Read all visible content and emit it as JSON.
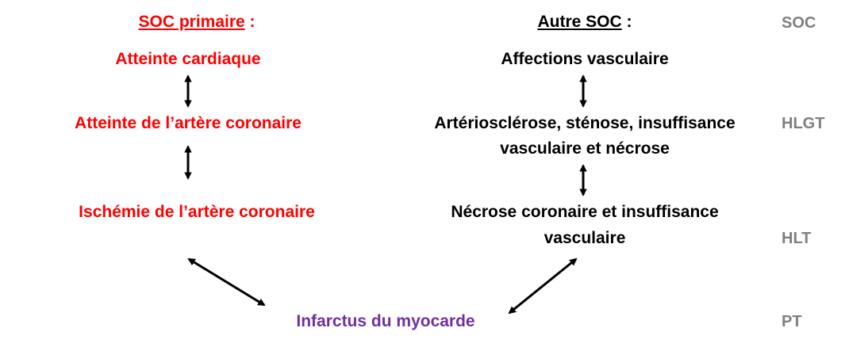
{
  "left": {
    "header": "SOC primaire",
    "header_colon": " :",
    "nodes": [
      "Atteinte cardiaque",
      "Atteinte de l’artère coronaire",
      "Ischémie de l’artère coronaire"
    ]
  },
  "right": {
    "header": "Autre SOC",
    "header_colon": " :",
    "nodes": [
      "Affections vasculaire",
      [
        "Artériosclérose, sténose, insuffisance",
        "vasculaire et nécrose"
      ],
      [
        "Nécrose coronaire et insuffisance",
        "vasculaire"
      ]
    ]
  },
  "bottom": "Infarctus du myocarde",
  "levels": [
    "SOC",
    "HLGT",
    "HLT",
    "PT"
  ],
  "colors": {
    "primary": "#ff0000",
    "other": "#000000",
    "bottom": "#7030a0",
    "levels": "#7f7f7f"
  }
}
